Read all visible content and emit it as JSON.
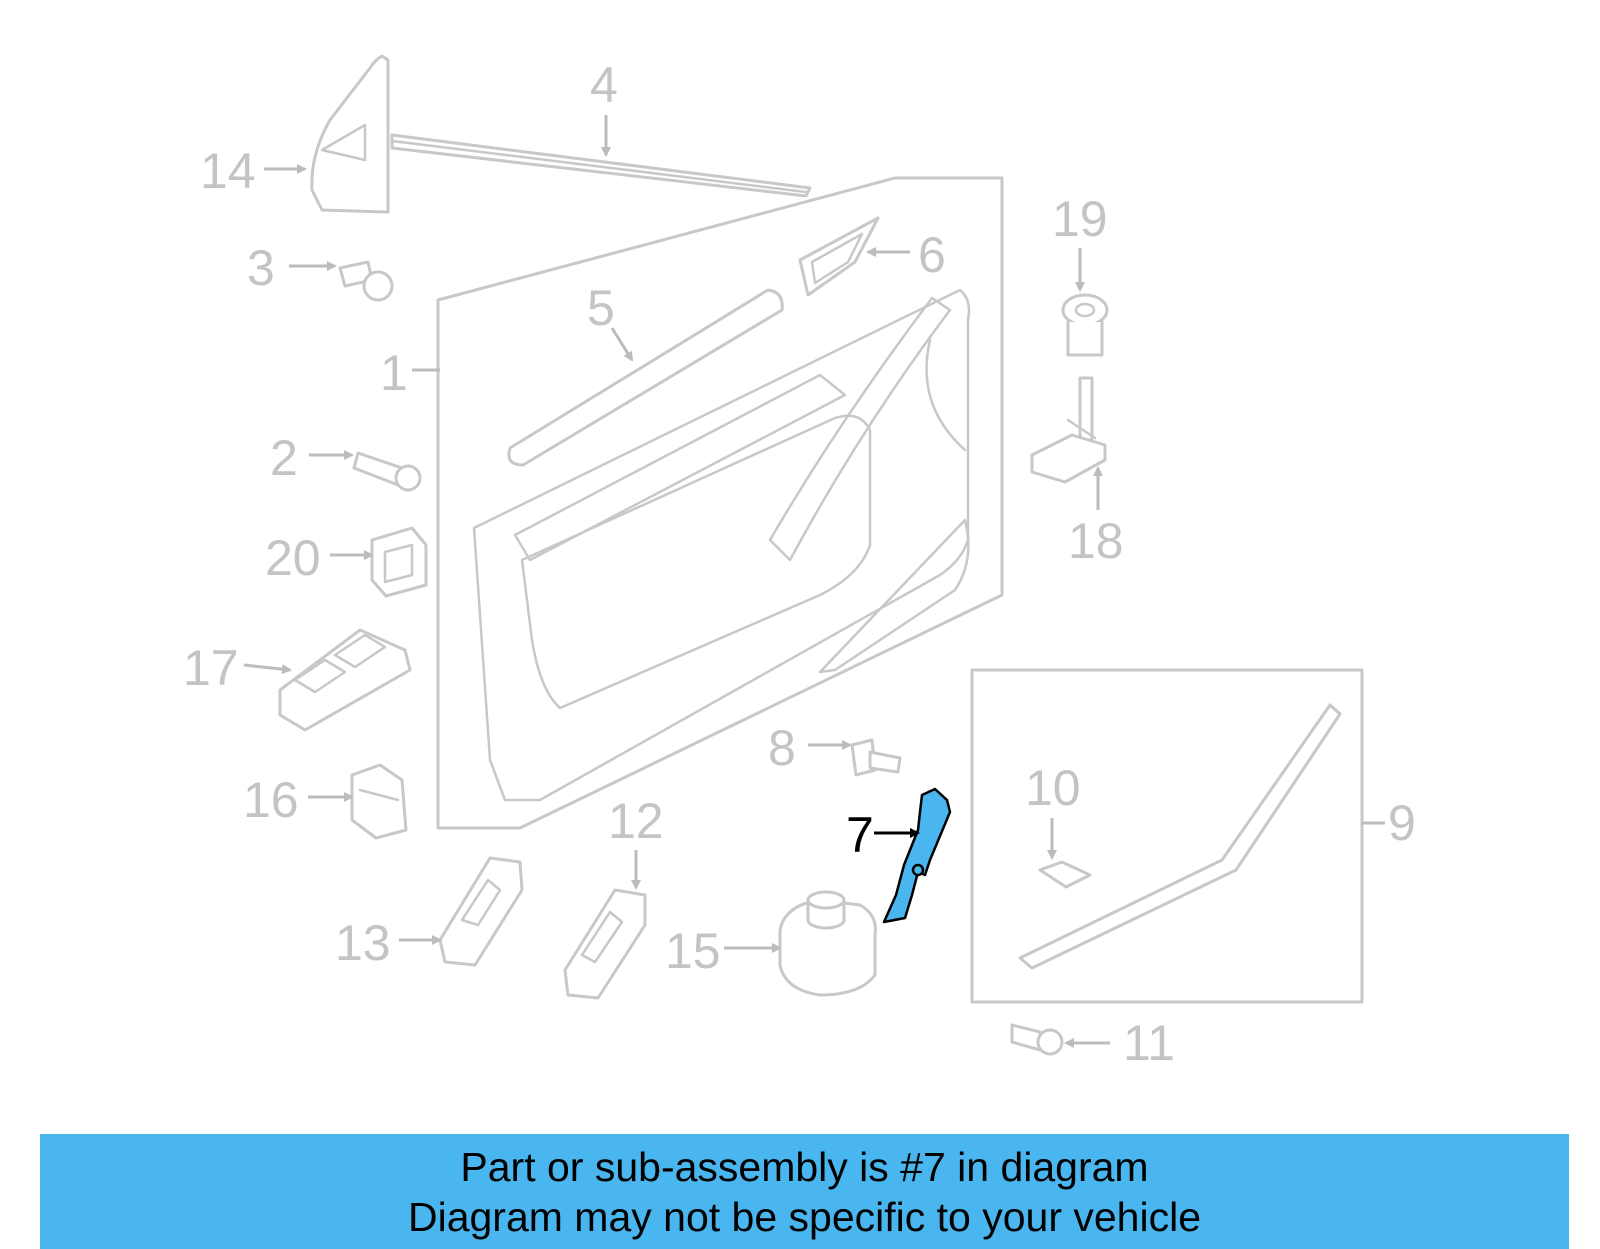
{
  "diagram": {
    "highlighted_part": "7",
    "highlight_color": "#4ab6ef",
    "callouts": {
      "c1": "1",
      "c2": "2",
      "c3": "3",
      "c4": "4",
      "c5": "5",
      "c6": "6",
      "c7": "7",
      "c8": "8",
      "c9": "9",
      "c10": "10",
      "c11": "11",
      "c12": "12",
      "c13": "13",
      "c14": "14",
      "c15": "15",
      "c16": "16",
      "c17": "17",
      "c18": "18",
      "c19": "19",
      "c20": "20"
    }
  },
  "banner": {
    "line1": "Part or sub-assembly is #7 in diagram",
    "line2": "Diagram may not be specific to your vehicle",
    "background": "#4ab6ef"
  }
}
